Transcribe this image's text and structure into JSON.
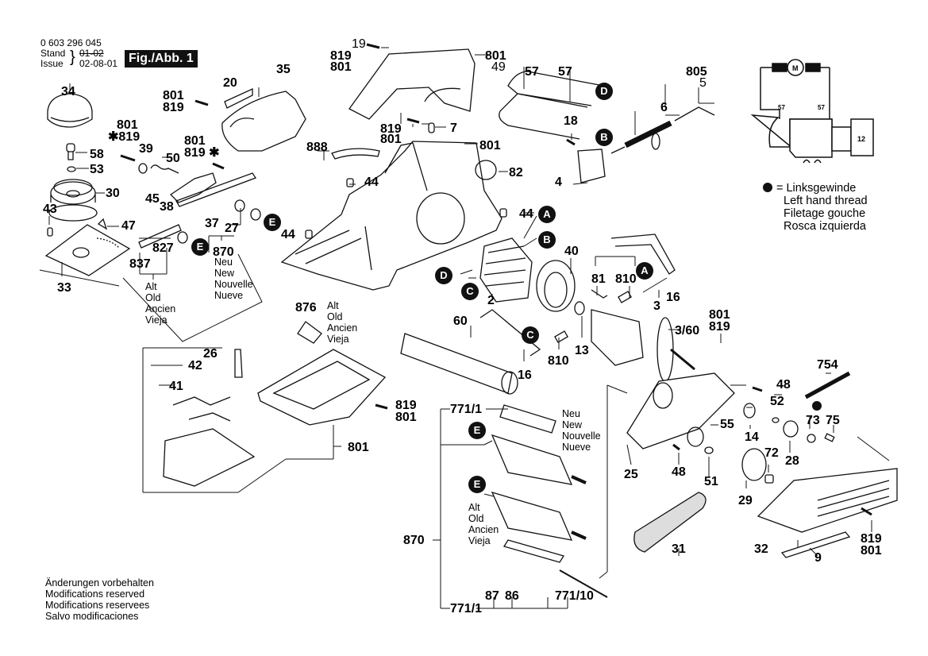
{
  "header": {
    "part_number": "0 603 296 045",
    "stand_label": "Stand",
    "issue_label": "Issue",
    "old_date": "01-02",
    "issue_date": "02-08-01",
    "figure_label": "Fig./Abb. 1"
  },
  "legend": {
    "symbol": "●",
    "lines": [
      "= Linksgewinde",
      "Left hand thread",
      "Filetage gouche",
      "Rosca izquierda"
    ]
  },
  "footer": {
    "lines": [
      "Änderungen vorbehalten",
      "Modifications reserved",
      "Modifications reservees",
      "Salvo modificaciones"
    ]
  },
  "variants": {
    "new": [
      "Neu",
      "New",
      "Nouvelle",
      "Nueve"
    ],
    "old": [
      "Alt",
      "Old",
      "Ancien",
      "Vieja"
    ]
  },
  "schematic": {
    "motor": "M",
    "wire_left": "57",
    "wire_right": "57",
    "switch": "12"
  },
  "badges": {
    "A1": "A",
    "A2": "A",
    "B1": "B",
    "B2": "B",
    "C1": "C",
    "C2": "C",
    "D1": "D",
    "D2": "D",
    "E1": "E",
    "E2": "E",
    "E3": "E",
    "E4": "E"
  },
  "parts": {
    "p34": "34",
    "p58": "58",
    "p53": "53",
    "p30": "30",
    "p43": "43",
    "p47": "47",
    "p33": "33",
    "p801a": "801",
    "p819a": "819",
    "p801b": "801",
    "p819b": "✱819",
    "p39": "39",
    "p50": "50",
    "p45": "45",
    "p38": "38",
    "p801c": "801",
    "p819c": "819 ✱",
    "p20": "20",
    "p35": "35",
    "p37": "37",
    "p27": "27",
    "p870a": "870",
    "p827": "827",
    "p837": "837",
    "p19": "19",
    "p819d": "819",
    "p801d": "801",
    "p801e": "801",
    "p49": "49",
    "p819e": "819",
    "p801f": "801",
    "p7": "7",
    "p888": "888",
    "p801g": "801",
    "p82": "82",
    "p44a": "44",
    "p44b": "44",
    "p44c": "44",
    "p57a": "57",
    "p57b": "57",
    "p18": "18",
    "p4": "4",
    "p805": "805",
    "p5": "5",
    "p6": "6",
    "p40": "40",
    "p81": "81",
    "p810a": "810",
    "p16a": "16",
    "p2": "2",
    "p60": "60",
    "p3": "3",
    "p360": "3/60",
    "p801h": "801",
    "p819h": "819",
    "p13": "13",
    "p810b": "810",
    "p16b": "16",
    "p876": "876",
    "p26": "26",
    "p42": "42",
    "p41": "41",
    "p819i": "819",
    "p801i": "801",
    "p801j": "801",
    "p7711a": "771/1",
    "p870b": "870",
    "p87": "87",
    "p86": "86",
    "p77110": "771/10",
    "p7711b": "771/1",
    "p754": "754",
    "p48a": "48",
    "p52": "52",
    "p73": "73",
    "p75": "75",
    "p55": "55",
    "p14": "14",
    "p28": "28",
    "p72": "72",
    "p25": "25",
    "p48b": "48",
    "p51": "51",
    "p29": "29",
    "p31": "31",
    "p32": "32",
    "p9": "9",
    "p819j": "819",
    "p801k": "801"
  }
}
